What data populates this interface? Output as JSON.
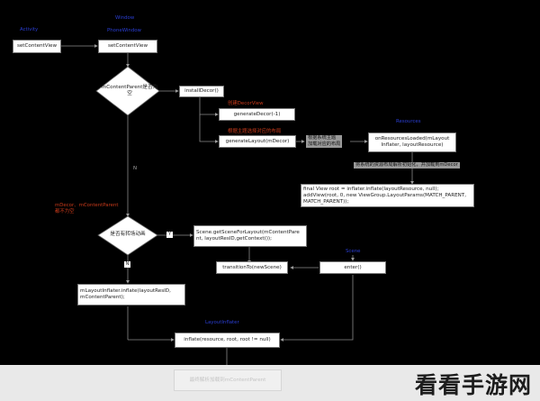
{
  "labels": {
    "activity": "Activity",
    "window": "Window",
    "phonewindow": "PhoneWindow",
    "decor_hint": "创建DecorView",
    "layout_hint": "根据主题选择对应的布局",
    "resources_title": "Resources",
    "theme_hint": "根据系统主题\n加载对应的布局",
    "parse_hint": "将系统的资源布局解析初始化，并加载到mDecor",
    "mdecor_hint": "mDecor、mContentParent\n都不为空",
    "scene": "Scene",
    "layoutinflater": "LayoutInflater",
    "no_label": "N",
    "yes_label": "Y"
  },
  "boxes": {
    "set_content_view_1": "setContentView",
    "set_content_view_2": "setContentView",
    "install_decor": "installDecor()",
    "generate_decor": "generateDecor(-1)",
    "generate_layout": "generateLayout(mDecor)",
    "on_resources_loaded": "onResourcesLoaded(mLayout\nInflater, layoutResource)",
    "final_view": "final View root = inflater.inflate(layoutResource, null);\naddView(root, 0, new ViewGroup.LayoutParams(MATCH_PARENT,\nMATCH_PARENT));",
    "scene_for_layout": "Scene.getSceneForLayout(mContentPare\nnt, layoutResID,getContext());",
    "transition_to": "transitionTo(newScene)",
    "enter": "enter()",
    "m_layout_inflater": "mLayoutInflater.inflate(layoutResID,\nmContentParent);",
    "inflate": "inflate(resource, root, root != null)",
    "final_label": "最终解析加载到mContentParent"
  },
  "decisions": {
    "content_parent_null": "mContentParent是否为\n空",
    "has_transitions": "是否有转场动画"
  },
  "watermark": "看看手游网"
}
